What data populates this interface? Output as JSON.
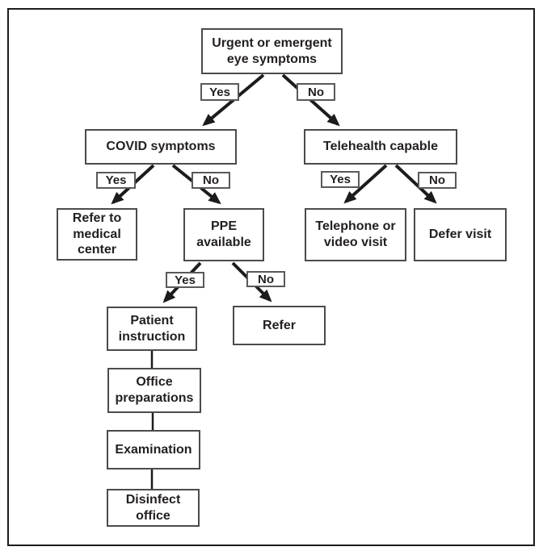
{
  "diagram": {
    "type": "flowchart-decision-tree",
    "colors": {
      "background": "#ffffff",
      "frame_border": "#1c1c1c",
      "node_border": "#4b4b4d",
      "label_border": "#58595b",
      "arrow": "#1c1c1c",
      "text": "#231f20"
    },
    "nodes": [
      {
        "id": "urgent",
        "label": "Urgent or emergent\neye symptoms"
      },
      {
        "id": "covid",
        "label": "COVID symptoms"
      },
      {
        "id": "telehealth",
        "label": "Telehealth capable"
      },
      {
        "id": "refer_medical",
        "label": "Refer to\nmedical\ncenter"
      },
      {
        "id": "ppe",
        "label": "PPE\navailable"
      },
      {
        "id": "telephone",
        "label": "Telephone or\nvideo visit"
      },
      {
        "id": "defer",
        "label": "Defer visit"
      },
      {
        "id": "patient",
        "label": "Patient\ninstruction"
      },
      {
        "id": "refer",
        "label": "Refer"
      },
      {
        "id": "office",
        "label": "Office\npreparations"
      },
      {
        "id": "examination",
        "label": "Examination"
      },
      {
        "id": "disinfect",
        "label": "Disinfect\noffice"
      }
    ],
    "edges": [
      {
        "from": "urgent",
        "to": "covid",
        "label": "Yes"
      },
      {
        "from": "urgent",
        "to": "telehealth",
        "label": "No"
      },
      {
        "from": "covid",
        "to": "refer_medical",
        "label": "Yes"
      },
      {
        "from": "covid",
        "to": "ppe",
        "label": "No"
      },
      {
        "from": "telehealth",
        "to": "telephone",
        "label": "Yes"
      },
      {
        "from": "telehealth",
        "to": "defer",
        "label": "No"
      },
      {
        "from": "ppe",
        "to": "patient",
        "label": "Yes"
      },
      {
        "from": "ppe",
        "to": "refer",
        "label": "No"
      },
      {
        "from": "patient",
        "to": "office",
        "label": ""
      },
      {
        "from": "office",
        "to": "examination",
        "label": ""
      },
      {
        "from": "examination",
        "to": "disinfect",
        "label": ""
      }
    ]
  }
}
